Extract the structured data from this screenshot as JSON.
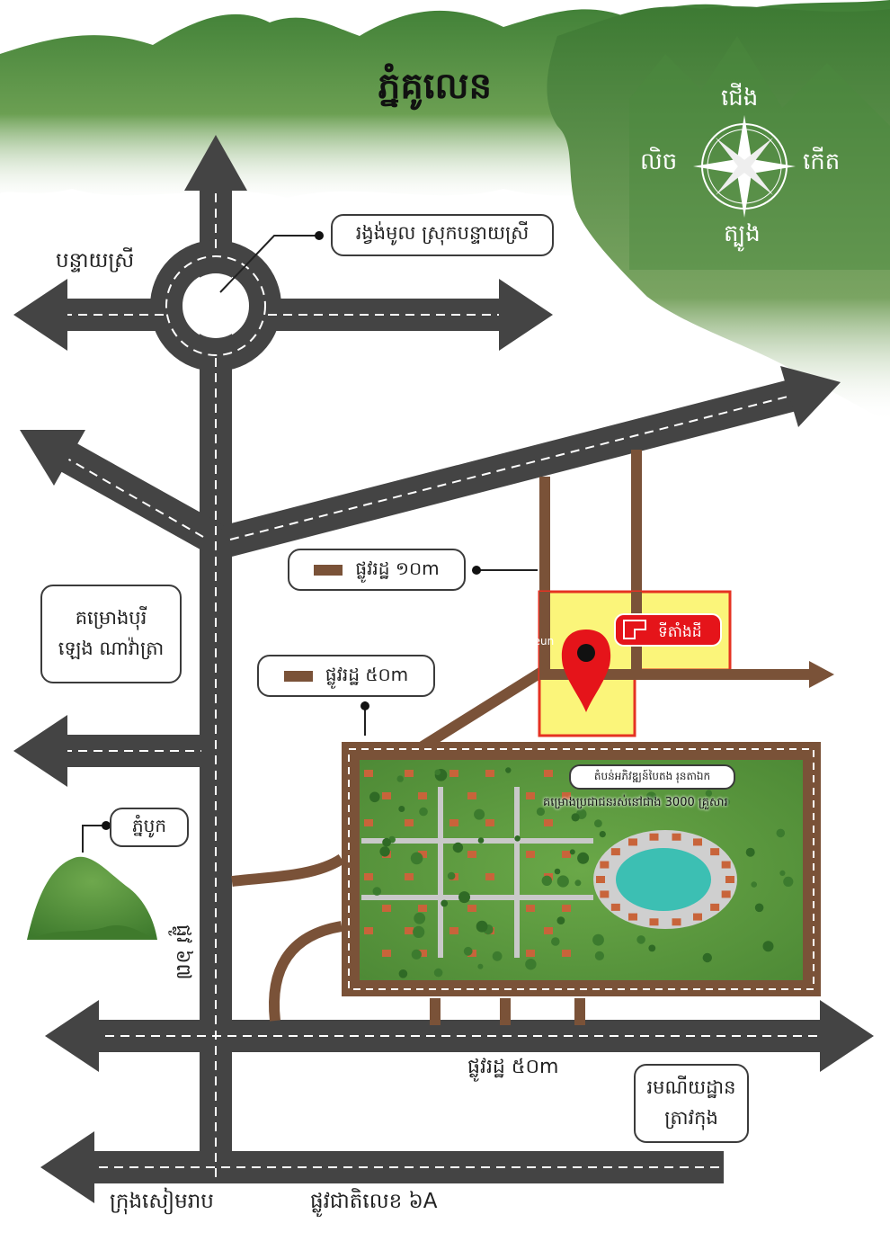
{
  "title": "ភ្នំគូលេន",
  "compass": {
    "north": "ជើង",
    "south": "ត្បូង",
    "east": "កើត",
    "west": "លិច"
  },
  "labels": {
    "roundabout": "រង្វង់មូល ស្រុកបន្ទាយស្រី",
    "banteay_srei": "បន្ទាយស្រី",
    "road_10m": "ផ្លូវរដ្ឋ ១០m",
    "road_50m_top": "ផ្លូវរដ្ឋ ៥០m",
    "road_50m_bottom": "ផ្លូវរដ្ឋ ៥០m",
    "project_boreys": "គម្រោងបុរី ឡេង ណាវ៉ាត្រា",
    "location": "ទីតាំងដី",
    "phnom_bok": "ភ្នំបូក",
    "road_67": "ផ្លូវ ៦៧",
    "dev_zone": "តំបន់អភិវឌ្ឍន៍បៃតង រុនតាឯក",
    "housing_project": "គម្រោងប្រជាជនរស់នៅជាង 3000 គ្រួសារ",
    "military_base": "រមណីយដ្ឋាន ត្រាវកុង",
    "siem_reap": "ក្រុងសៀមរាប",
    "national_road": "ផ្លូវជាតិលេខ ៦A",
    "watermark": "soeun"
  },
  "colors": {
    "road": "#444444",
    "brown_road": "#7a5238",
    "plot_yellow": "#fbf57a",
    "plot_border": "#e53222",
    "pin": "#e5141a",
    "grass": "#5f9a3f",
    "lake": "#3cbfb3",
    "mountain": "#4a8a3c"
  }
}
